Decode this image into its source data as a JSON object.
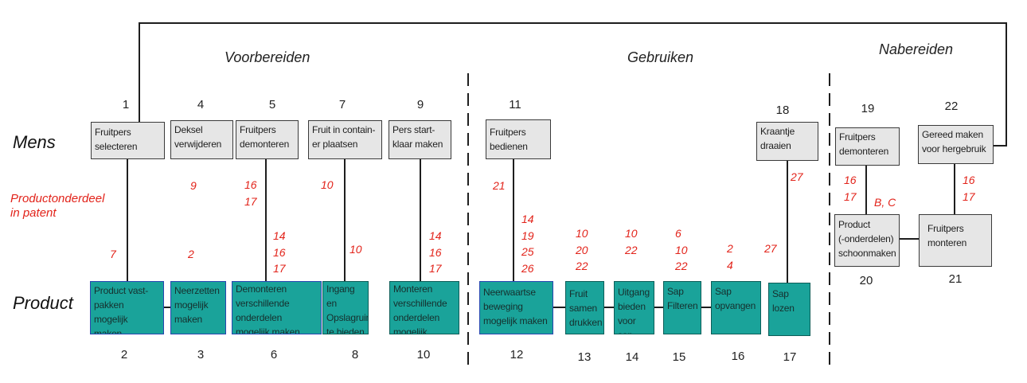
{
  "phases": {
    "voorbereiden": "Voorbereiden",
    "gebruiken": "Gebruiken",
    "nabereiden": "Nabereiden"
  },
  "row_labels": {
    "mens": "Mens",
    "product": "Product",
    "productonderdeel": "Productonderdeel\nin patent"
  },
  "mens_steps": [
    {
      "num": "1",
      "label": "Fruitpers\nselecteren"
    },
    {
      "num": "4",
      "label": "Deksel\nverwijderen"
    },
    {
      "num": "5",
      "label": "Fruitpers\ndemonteren"
    },
    {
      "num": "7",
      "label": "Fruit in contain-\ner plaatsen"
    },
    {
      "num": "9",
      "label": "Pers start-\nklaar maken"
    },
    {
      "num": "11",
      "label": "Fruitpers\nbedienen"
    },
    {
      "num": "18",
      "label": "Kraantje\ndraaien"
    },
    {
      "num": "19",
      "label": "Fruitpers\ndemonteren"
    },
    {
      "num": "22",
      "label": "Gereed maken\nvoor hergebruik"
    }
  ],
  "product_steps": [
    {
      "num": "2",
      "label": "Product vast-\npakken mogelijk\nmaken"
    },
    {
      "num": "3",
      "label": "Neerzetten\nmogelijk\nmaken"
    },
    {
      "num": "6",
      "label": "Demonteren\nverschillende\nonderdelen\nmogelijk maken"
    },
    {
      "num": "8",
      "label": "Ingang en\nOpslagruim-\nte bieden\nvoor fruit"
    },
    {
      "num": "10",
      "label": "Monteren\nverschillende\nonderdelen\nmogelijk maken"
    },
    {
      "num": "12",
      "label": "Neerwaartse\nbeweging\nmogelijk maken"
    },
    {
      "num": "13",
      "label": "Fruit\nsamen\ndrukken"
    },
    {
      "num": "14",
      "label": "Uitgang\nbieden\nvoor sap"
    },
    {
      "num": "15",
      "label": "Sap\nFilteren"
    },
    {
      "num": "16",
      "label": "Sap\nopvangen"
    },
    {
      "num": "17",
      "label": "Sap\nlozen"
    }
  ],
  "nabereiden_product": [
    {
      "num": "20",
      "label": "Product\n(-onderdelen)\nschoonmaken"
    },
    {
      "num": "21",
      "label": "Fruitpers\nmonteren"
    }
  ],
  "patent_refs": {
    "r_1_upper": "",
    "r_1_lower": "7",
    "r_4_upper": "9",
    "r_4_lower": "2",
    "r_5_upper": "16\n17",
    "r_5_lower": "14\n16\n17",
    "r_7_upper": "10",
    "r_7_lower": "10",
    "r_9_lower": "14\n16\n17",
    "r_11_upper": "21",
    "r_11_lower": "14\n19\n25\n26",
    "r_13": "10\n20\n22",
    "r_14": "10\n22",
    "r_15": "6\n10\n22",
    "r_16": "2\n4",
    "r_18_upper": "27",
    "r_18_lower": "27",
    "r_19": "16\n17",
    "r_19_bc": "B, C",
    "r_22": "16\n17"
  }
}
